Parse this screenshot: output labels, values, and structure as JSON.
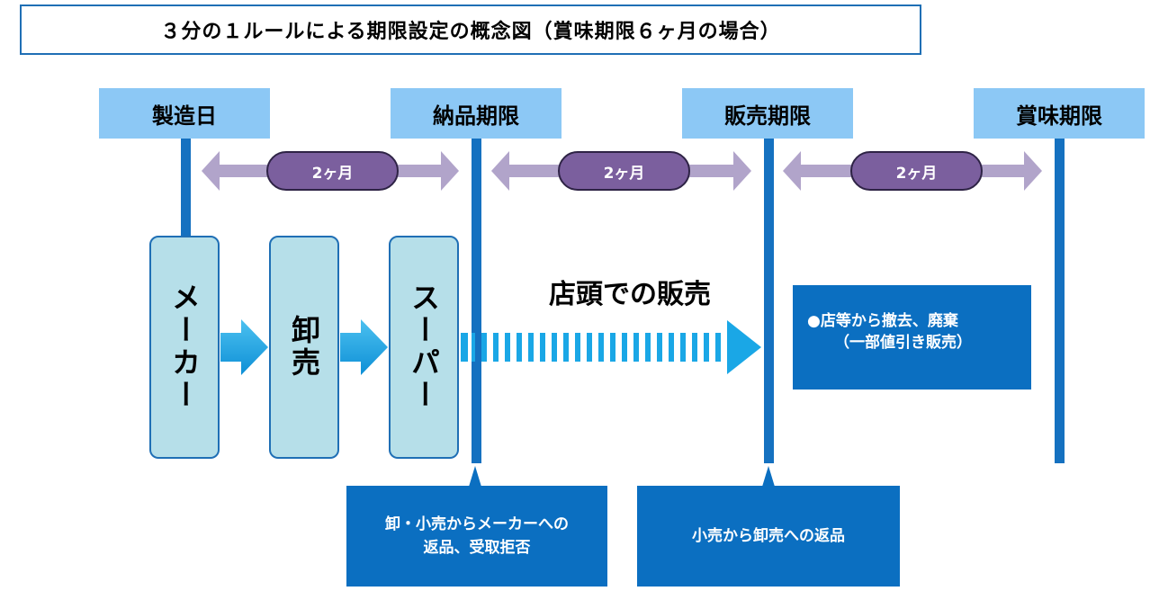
{
  "title": "３分の１ルールによる期限設定の概念図（賞味期限６ヶ月の場合）",
  "milestones": [
    {
      "label": "製造日"
    },
    {
      "label": "納品期限"
    },
    {
      "label": "販売期限"
    },
    {
      "label": "賞味期限"
    }
  ],
  "durations": [
    "2ヶ月",
    "2ヶ月",
    "2ヶ月"
  ],
  "supply_chain": [
    "メーカー",
    "卸売",
    "スーパー"
  ],
  "sales_label": "店頭での販売",
  "disposal_note": {
    "line1": "●店等から撤去、廃棄",
    "line2": "（一部値引き販売）"
  },
  "callouts": [
    {
      "line1": "卸・小売からメーカーへの",
      "line2": "返品、受取拒否"
    },
    {
      "line1": "小売から卸売への返品"
    }
  ],
  "colors": {
    "milestone_bg": "#8cc8f5",
    "timeline": "#1571c0",
    "duration_arrow": "#b1a4ca",
    "duration_pill": "#7b5f9e",
    "actor_bg": "#b6dfe9",
    "flow_arrow": "#1aa7e6",
    "note_bg": "#0b6fc1"
  }
}
